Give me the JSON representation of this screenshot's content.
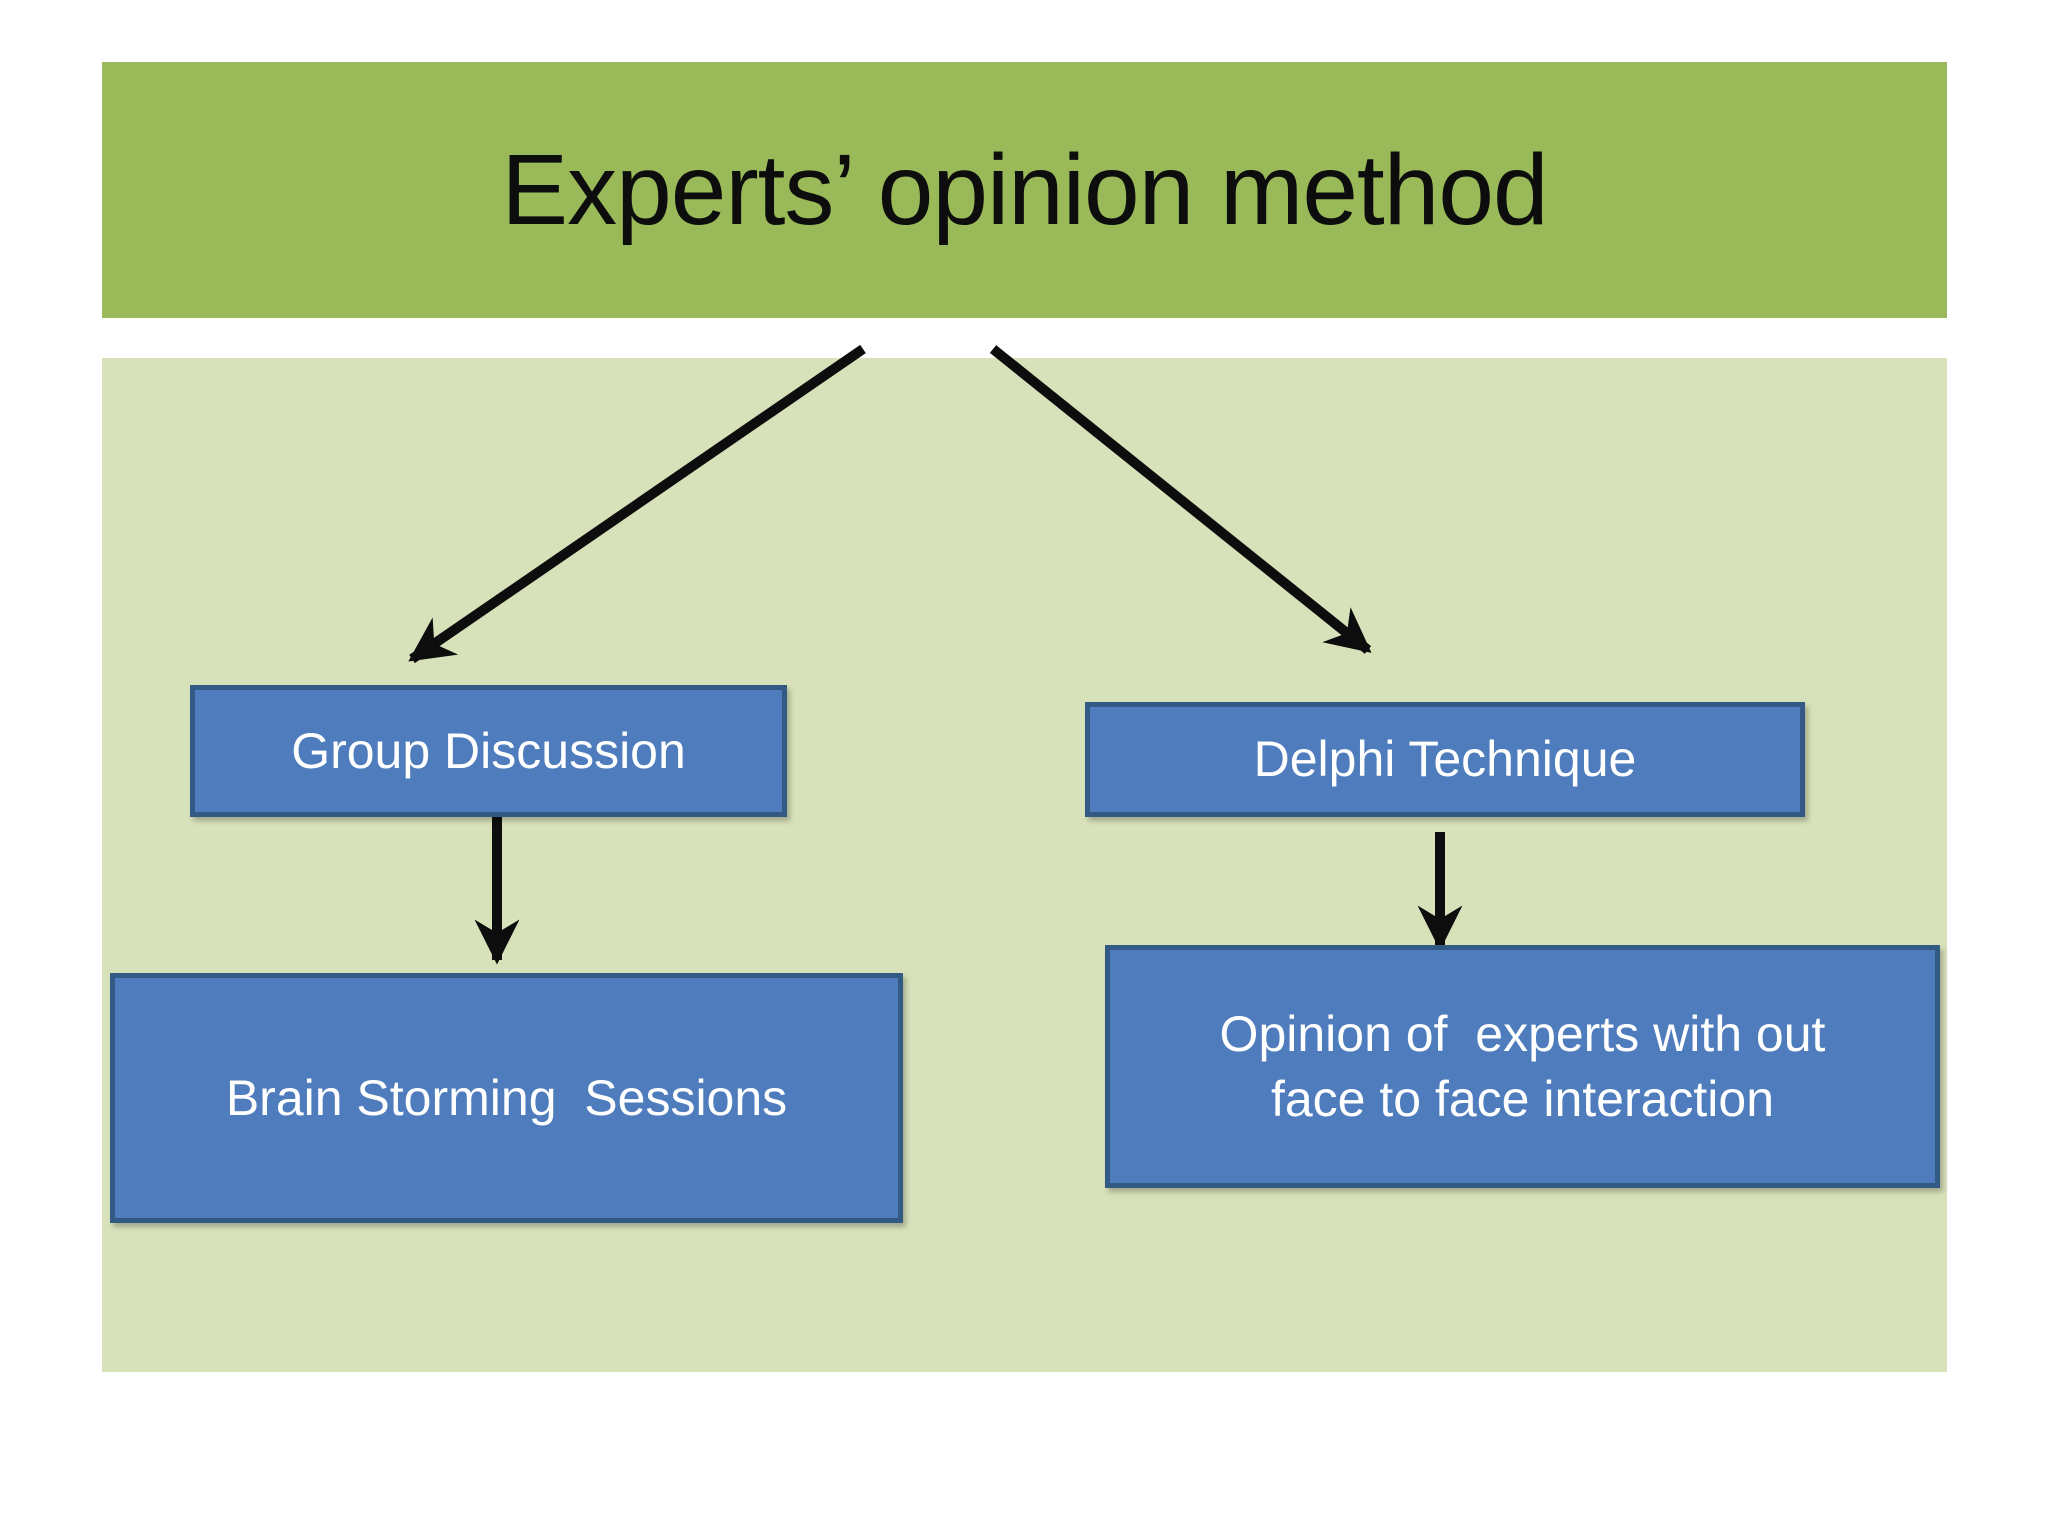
{
  "slide": {
    "title": "Experts’ opinion method",
    "colors": {
      "banner_green": "#9aba59",
      "content_green": "#d8e2ba",
      "node_fill": "#4e7cbd",
      "node_border": "#335a85",
      "node_text": "#ffffff",
      "title_text": "#0d0d0d",
      "arrow": "#0d0d0d",
      "page_bg": "#ffffff"
    },
    "nodes": [
      {
        "id": "group-discussion",
        "label": "Group Discussion"
      },
      {
        "id": "delphi-technique",
        "label": "Delphi Technique"
      },
      {
        "id": "brain-storming-sessions",
        "label": "Brain Storming  Sessions"
      },
      {
        "id": "opinion-of-experts",
        "label": "Opinion of  experts with out\nface to face interaction"
      }
    ],
    "edges": [
      {
        "from": "title",
        "to": "group-discussion"
      },
      {
        "from": "title",
        "to": "delphi-technique"
      },
      {
        "from": "group-discussion",
        "to": "brain-storming-sessions"
      },
      {
        "from": "delphi-technique",
        "to": "opinion-of-experts"
      }
    ]
  }
}
